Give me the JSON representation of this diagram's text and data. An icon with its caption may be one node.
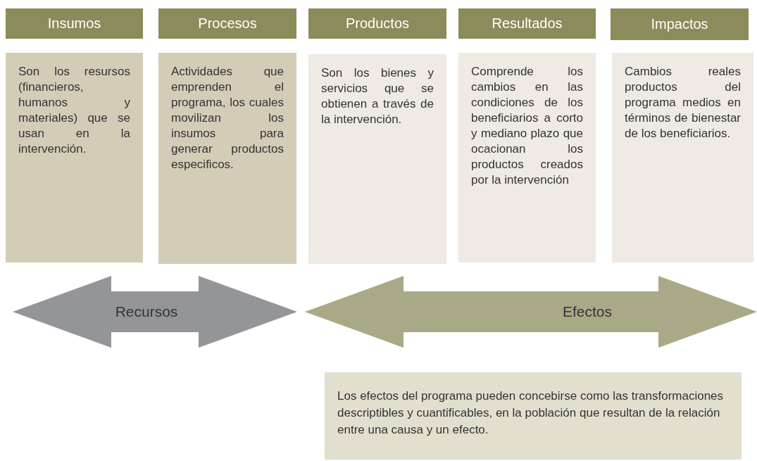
{
  "diagram": {
    "nodes": [
      {
        "text": [
          "Insumos"
        ]
      },
      {
        "text": [
          "Procesos"
        ]
      },
      {
        "text": [
          "Productos"
        ]
      },
      {
        "text": [
          "Resultados"
        ]
      },
      {
        "text": [
          "Impactos"
        ]
      },
      {
        "text": [
          "Son los resursos (financieros, humanos y materiales) que se usan en la intervención."
        ]
      },
      {
        "text": [
          "Actividades que emprenden el programa, los cuales movilizan los insumos para generar productos especificos."
        ]
      },
      {
        "text": [
          "Son los bienes y servicios que se obtienen a través de la intervención."
        ]
      },
      {
        "text": [
          "Comprende los cambios en las condiciones de los beneficiarios a corto y mediano plazo que ocacionan los productos creados por la intervención"
        ]
      },
      {
        "text": [
          "Cambios reales productos del programa medios en términos de bienestar de los beneficiarios."
        ]
      },
      {
        "text": [
          "Recursos"
        ]
      },
      {
        "text": [
          "Efectos"
        ]
      },
      {
        "text": [
          "Los efectos del programa pueden concebirse como las transformaciones descriptibles y cuantificables, en la población que resultan de la relación entre una causa y un efecto."
        ]
      }
    ]
  }
}
